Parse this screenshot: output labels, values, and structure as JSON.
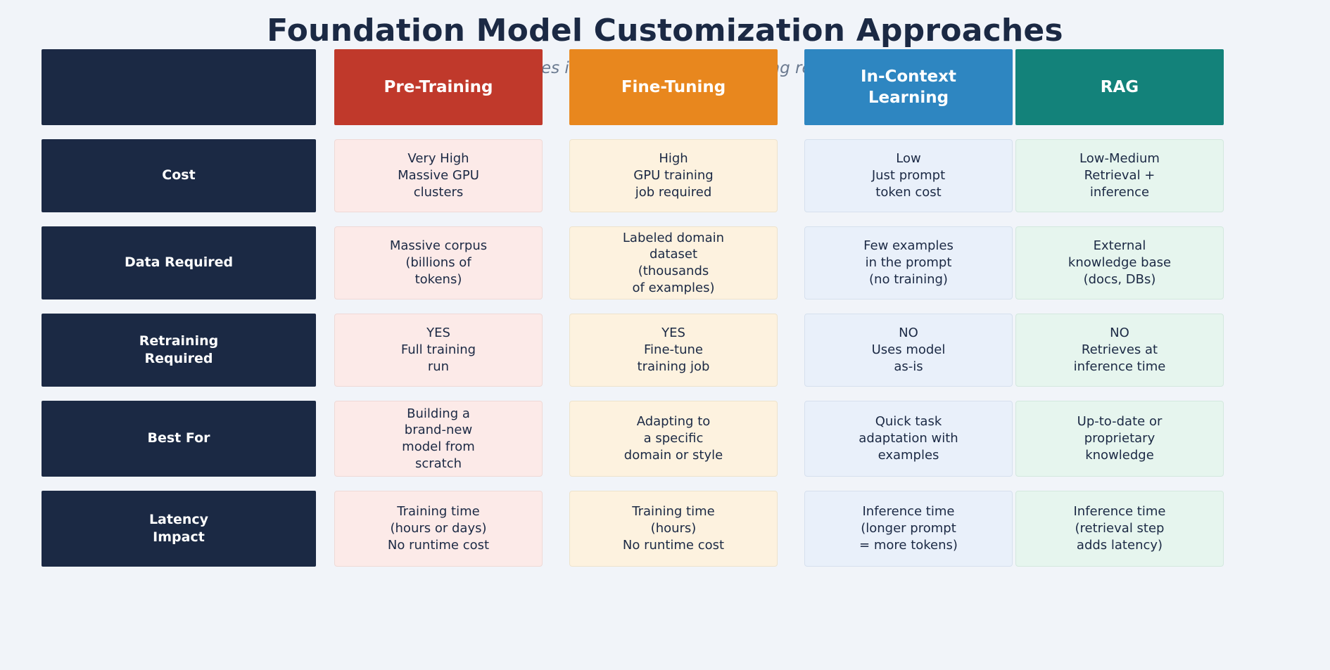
{
  "page": {
    "title": "Foundation Model Customization Approaches",
    "subtitle": "Key differences in cost, data, and retraining requirement",
    "background_color": "#F1F4F9",
    "label_color": "#1B2944"
  },
  "colors": {
    "pre_training_header": "#C0392B",
    "fine_tuning_header": "#E8871E",
    "in_context_header": "#2E86C1",
    "rag_header": "#13827A",
    "pre_training_cell": "#FCEAE8",
    "fine_tuning_cell": "#FDF2DF",
    "in_context_cell": "#E9F0FA",
    "rag_cell": "#E6F5EE"
  },
  "chart_data": {
    "type": "table",
    "title": "Foundation Model Customization Approaches",
    "columns": [
      "",
      "Pre-Training",
      "Fine-Tuning",
      "In-Context Learning",
      "RAG"
    ],
    "rows": [
      {
        "label": "Cost",
        "values": [
          "Very High\nMassive GPU\nclusters",
          "High\nGPU training\njob required",
          "Low\nJust prompt\ntoken cost",
          "Low-Medium\nRetrieval +\ninference"
        ]
      },
      {
        "label": "Data Required",
        "values": [
          "Massive corpus\n(billions of\ntokens)",
          "Labeled domain\ndataset\n(thousands\nof examples)",
          "Few examples\nin the prompt\n(no training)",
          "External\nknowledge base\n(docs, DBs)"
        ]
      },
      {
        "label": "Retraining\nRequired",
        "values": [
          "YES\nFull training\nrun",
          "YES\nFine-tune\ntraining job",
          "NO\nUses model\nas-is",
          "NO\nRetrieves at\ninference time"
        ]
      },
      {
        "label": "Best For",
        "values": [
          "Building a\nbrand-new\nmodel from\nscratch",
          "Adapting to\na specific\ndomain or style",
          "Quick task\nadaptation with\nexamples",
          "Up-to-date or\nproprietary\nknowledge"
        ]
      },
      {
        "label": "Latency\nImpact",
        "values": [
          "Training time\n(hours or days)\nNo runtime cost",
          "Training time\n(hours)\nNo runtime cost",
          "Inference time\n(longer prompt\n= more tokens)",
          "Inference time\n(retrieval step\nadds latency)"
        ]
      }
    ]
  },
  "headers": {
    "corner": "",
    "col1": "Pre-Training",
    "col2": "Fine-Tuning",
    "col3": "In-Context\nLearning",
    "col4": "RAG"
  }
}
